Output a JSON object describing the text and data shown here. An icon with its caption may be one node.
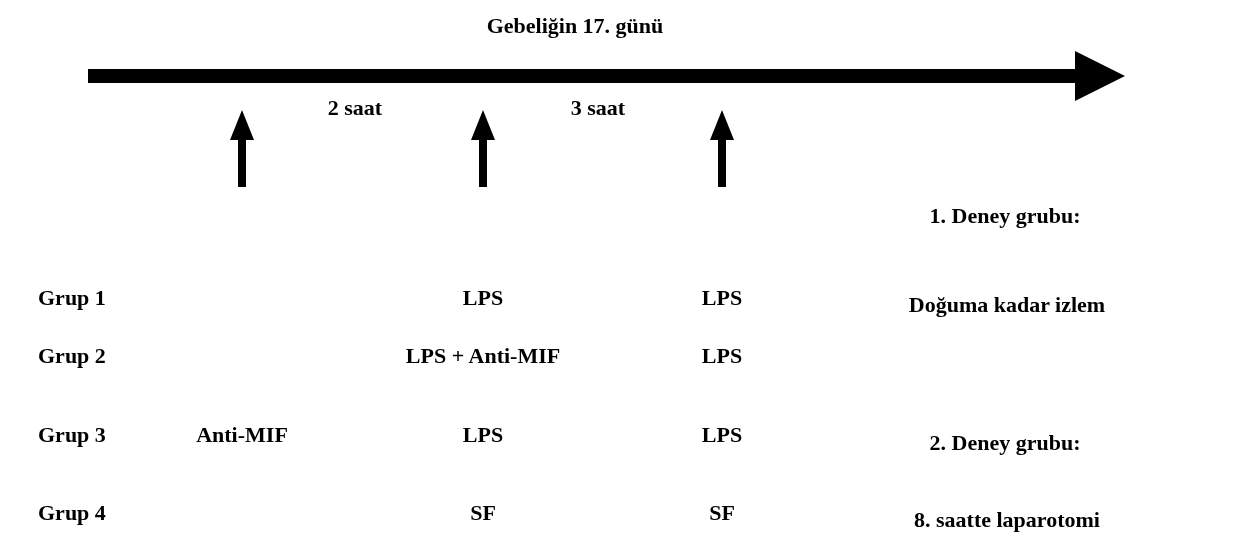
{
  "diagram": {
    "title": "Gebeliğin 17. günü",
    "labels": [
      "2 saat",
      "3 saat",
      "1. Deney grubu:",
      "Grup 1",
      "LPS",
      "LPS",
      "Doğuma kadar izlem",
      "Grup 2",
      "LPS + Anti-MIF",
      "LPS",
      "Grup 3",
      "Anti-MIF",
      "LPS",
      "LPS",
      "2. Deney grubu:",
      "Grup 4",
      "SF",
      "SF",
      "8. saatte laparotomi"
    ]
  }
}
